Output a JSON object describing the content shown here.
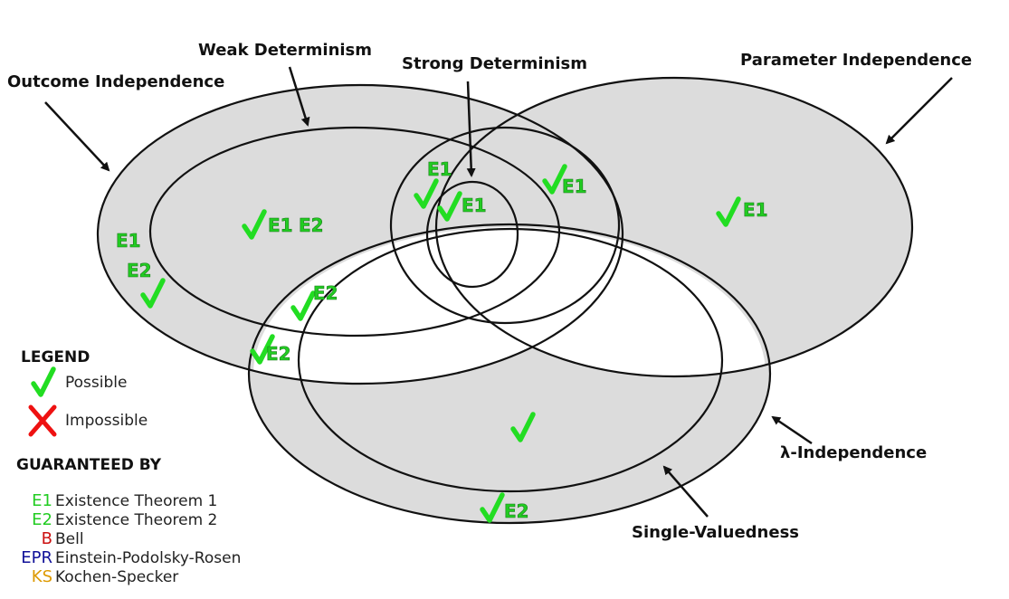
{
  "diagram": {
    "region_labels": {
      "weak_determinism": "Weak Determinism",
      "strong_determinism": "Strong Determinism",
      "outcome_independence": "Outcome Independence",
      "parameter_independence": "Parameter Independence",
      "lambda_independence": "λ-Independence",
      "single_valuedness": "Single-Valuedness"
    },
    "region_marks": [
      {
        "id": "oi-only",
        "check": true,
        "tags": [
          "E1",
          "E2"
        ]
      },
      {
        "id": "wd-oi",
        "check": true,
        "tags": [
          "E1",
          "E2"
        ]
      },
      {
        "id": "pi-wd-left",
        "check": true,
        "tags": [
          "E1"
        ]
      },
      {
        "id": "pi-wd-right",
        "check": true,
        "tags": [
          "E1"
        ]
      },
      {
        "id": "strong-det",
        "check": true,
        "tags": [
          "E1"
        ]
      },
      {
        "id": "pi-only",
        "check": true,
        "tags": [
          "E1"
        ]
      },
      {
        "id": "wd-sv",
        "check": true,
        "tags": [
          "E2"
        ]
      },
      {
        "id": "oi-lambda",
        "check": true,
        "tags": [
          "E2"
        ]
      },
      {
        "id": "sv-center",
        "check": true,
        "tags": []
      },
      {
        "id": "lambda-bottom",
        "check": true,
        "tags": [
          "E2"
        ]
      }
    ],
    "tag_colors": {
      "E1": "#22cc22",
      "E2": "#22cc22",
      "B": "#cc1111",
      "EPR": "#111199",
      "KS": "#dd9900"
    },
    "fill_color": "#dcdcdc"
  },
  "legend": {
    "title": "LEGEND",
    "items": [
      {
        "icon": "check-icon",
        "label": "Possible"
      },
      {
        "icon": "cross-icon",
        "label": "Impossible"
      }
    ],
    "guaranteed_title": "GUARANTEED BY",
    "guaranteed": [
      {
        "tag": "E1",
        "label": "Existence Theorem 1"
      },
      {
        "tag": "E2",
        "label": "Existence Theorem 2"
      },
      {
        "tag": "B",
        "label": "Bell"
      },
      {
        "tag": "EPR",
        "label": "Einstein-Podolsky-Rosen"
      },
      {
        "tag": "KS",
        "label": "Kochen-Specker"
      }
    ]
  }
}
